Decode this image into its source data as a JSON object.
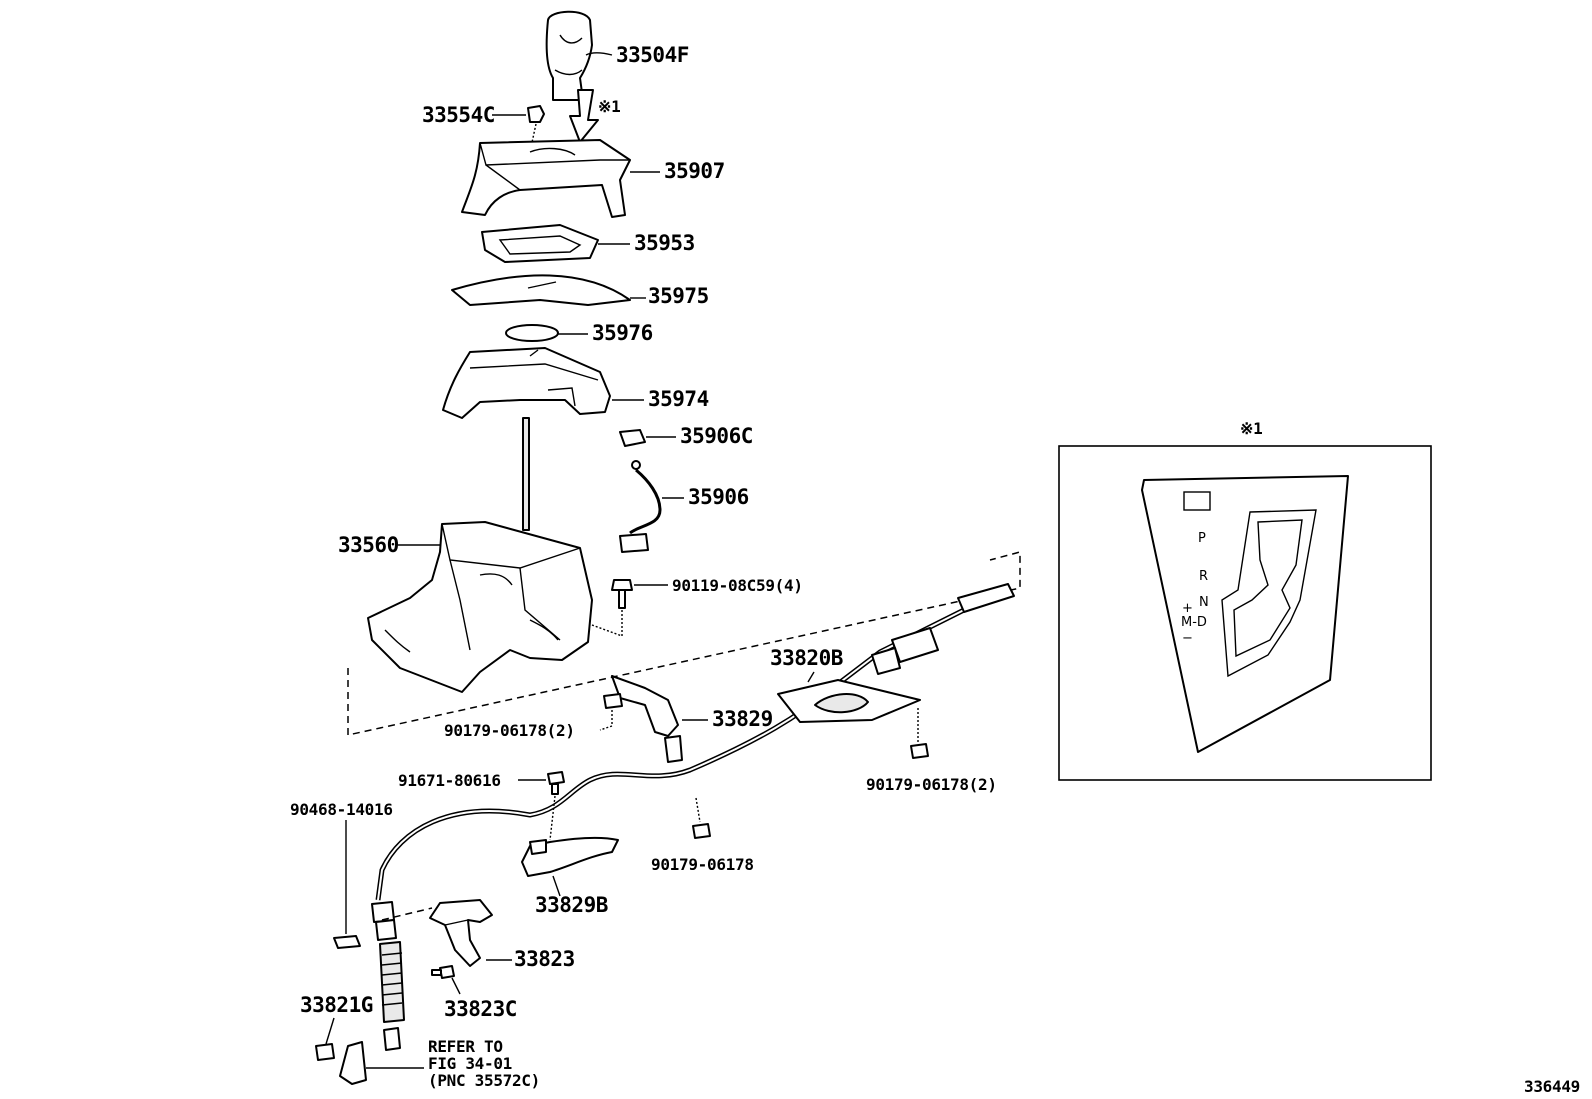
{
  "labels": {
    "p33504F": "33504F",
    "p33554C": "33554C",
    "note_arrow": "※1",
    "p35907": "35907",
    "p35953": "35953",
    "p35975": "35975",
    "p35976": "35976",
    "p35974": "35974",
    "p35906C": "35906C",
    "p35906": "35906",
    "p33560": "33560",
    "p90119": "90119-08C59(4)",
    "p33820B": "33820B",
    "p33829": "33829",
    "p90179_a": "90179-06178(2)",
    "p90179_b": "90179-06178(2)",
    "p91671": "91671-80616",
    "p90468": "90468-14016",
    "p90179_c": "90179-06178",
    "p33829B": "33829B",
    "p33823": "33823",
    "p33821G": "33821G",
    "p33823C": "33823C",
    "refer_1": "REFER TO",
    "refer_2": "FIG 34-01",
    "refer_3": "(PNC 35572C)"
  },
  "inset": {
    "title": "※1",
    "gate_p": "P",
    "gate_r": "R",
    "gate_n": "N",
    "gate_plus": "+",
    "gate_md": "M-D",
    "gate_minus": "−"
  },
  "illustration_id": "336449"
}
